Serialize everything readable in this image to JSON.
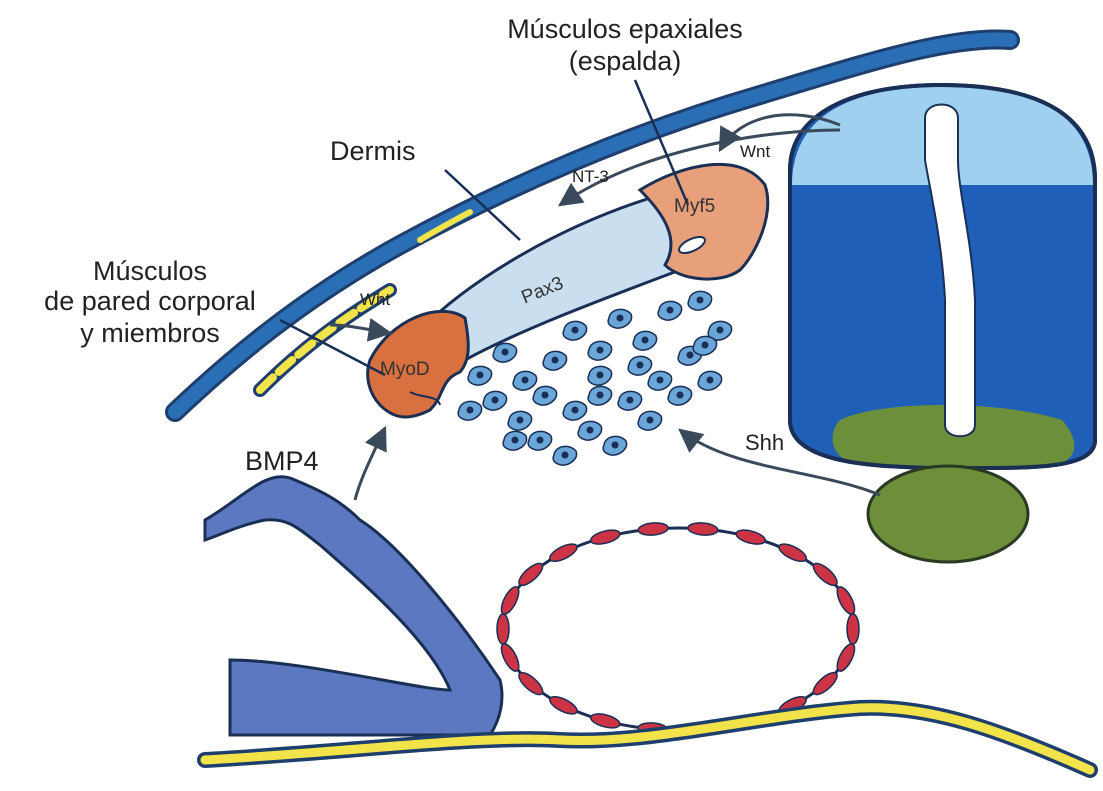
{
  "labels": {
    "epaxial_line1": "Músculos epaxiales",
    "epaxial_line2": "(espalda)",
    "dermis": "Dermis",
    "bodywall_line1": "Músculos",
    "bodywall_line2": "de pared corporal",
    "bodywall_line3": "y miembros",
    "nt3": "NT-3",
    "wnt_top": "Wnt",
    "wnt_left": "Wnt",
    "myf5": "Myf5",
    "pax3": "Pax3",
    "myod": "MyoD",
    "shh": "Shh",
    "bmp4": "BMP4"
  },
  "colors": {
    "ectoderm": "#2a6fb5",
    "ectoderm_stripe": "#f2e34a",
    "neural_top": "#9fd0ef",
    "neural_mid": "#1f5fb8",
    "neural_floor": "#6b8f3a",
    "notochord": "#6d8f3a",
    "dermomyotome": "#c9dff0",
    "myf5": "#e8a07a",
    "myod": "#d9703f",
    "mesoderm": "#5b78c0",
    "aorta": "#cc3344",
    "cells": "#6aa6d8"
  }
}
